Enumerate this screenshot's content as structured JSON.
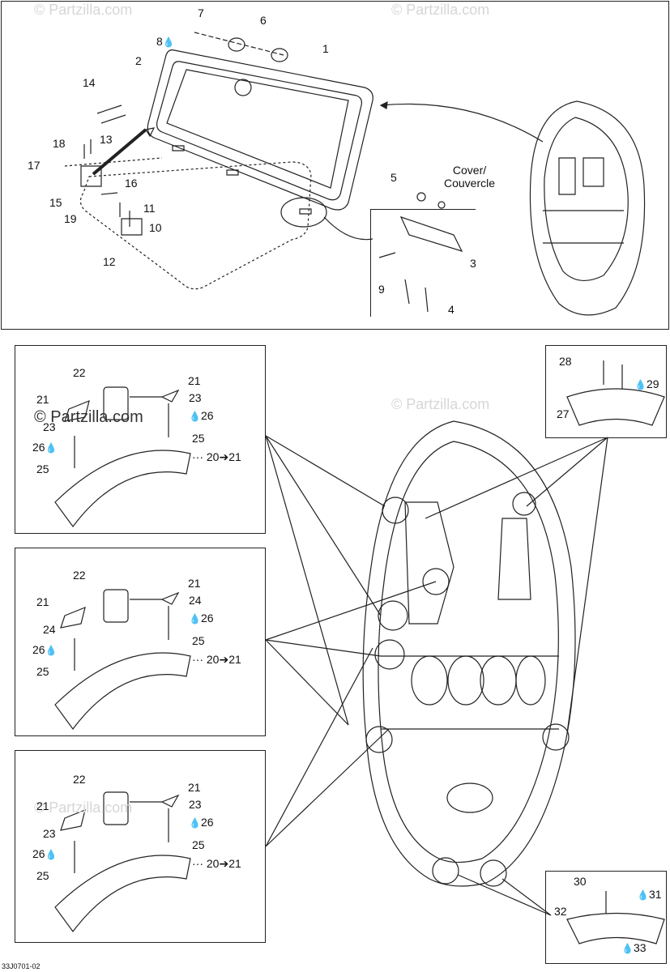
{
  "watermark": "© Partzilla.com",
  "drawing_code": "33J0701-02",
  "cover_label": "Cover/\nCouvercle",
  "drop_symbol": "💧",
  "callouts": {
    "n1": "1",
    "n2": "2",
    "n3": "3",
    "n4": "4",
    "n5": "5",
    "n6": "6",
    "n7": "7",
    "n8": "8",
    "n9": "9",
    "n10": "10",
    "n11": "11",
    "n12": "12",
    "n13": "13",
    "n14": "14",
    "n15": "15",
    "n16": "16",
    "n17": "17",
    "n18": "18",
    "n19": "19",
    "n20_21": "20➔21",
    "n21": "21",
    "n22": "22",
    "n23": "23",
    "n24": "24",
    "n25": "25",
    "n26": "26",
    "n27": "27",
    "n28": "28",
    "n29": "29",
    "n30": "30",
    "n31": "31",
    "n32": "32",
    "n33": "33"
  }
}
